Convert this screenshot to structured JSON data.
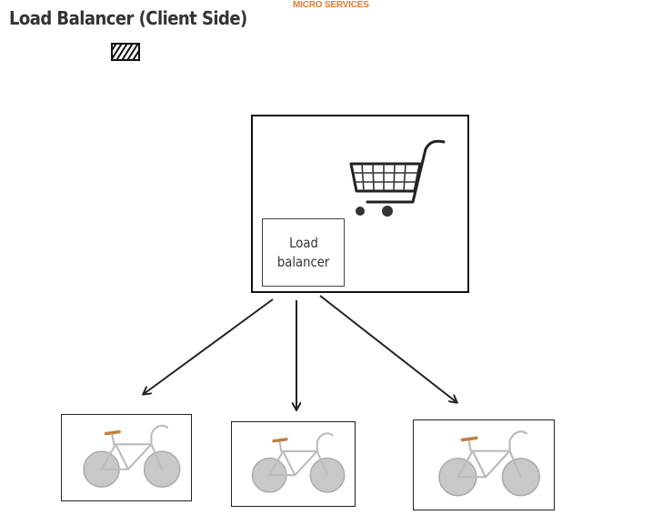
{
  "header": {
    "title": "Load Balancer (Client Side)",
    "brand": "MICRO SERVICES",
    "hatch_icon": "hatched-square-icon"
  },
  "service": {
    "cart_icon": "shopping-cart-icon",
    "load_balancer": {
      "line1": "Load",
      "line2": "balancer"
    }
  },
  "instances": [
    {
      "icon": "bicycle-icon"
    },
    {
      "icon": "bicycle-icon"
    },
    {
      "icon": "bicycle-icon"
    }
  ],
  "colors": {
    "brand": "#e07a30",
    "wheel_fill": "#c8c8c8",
    "seat": "#c08040",
    "line": "#111111"
  }
}
